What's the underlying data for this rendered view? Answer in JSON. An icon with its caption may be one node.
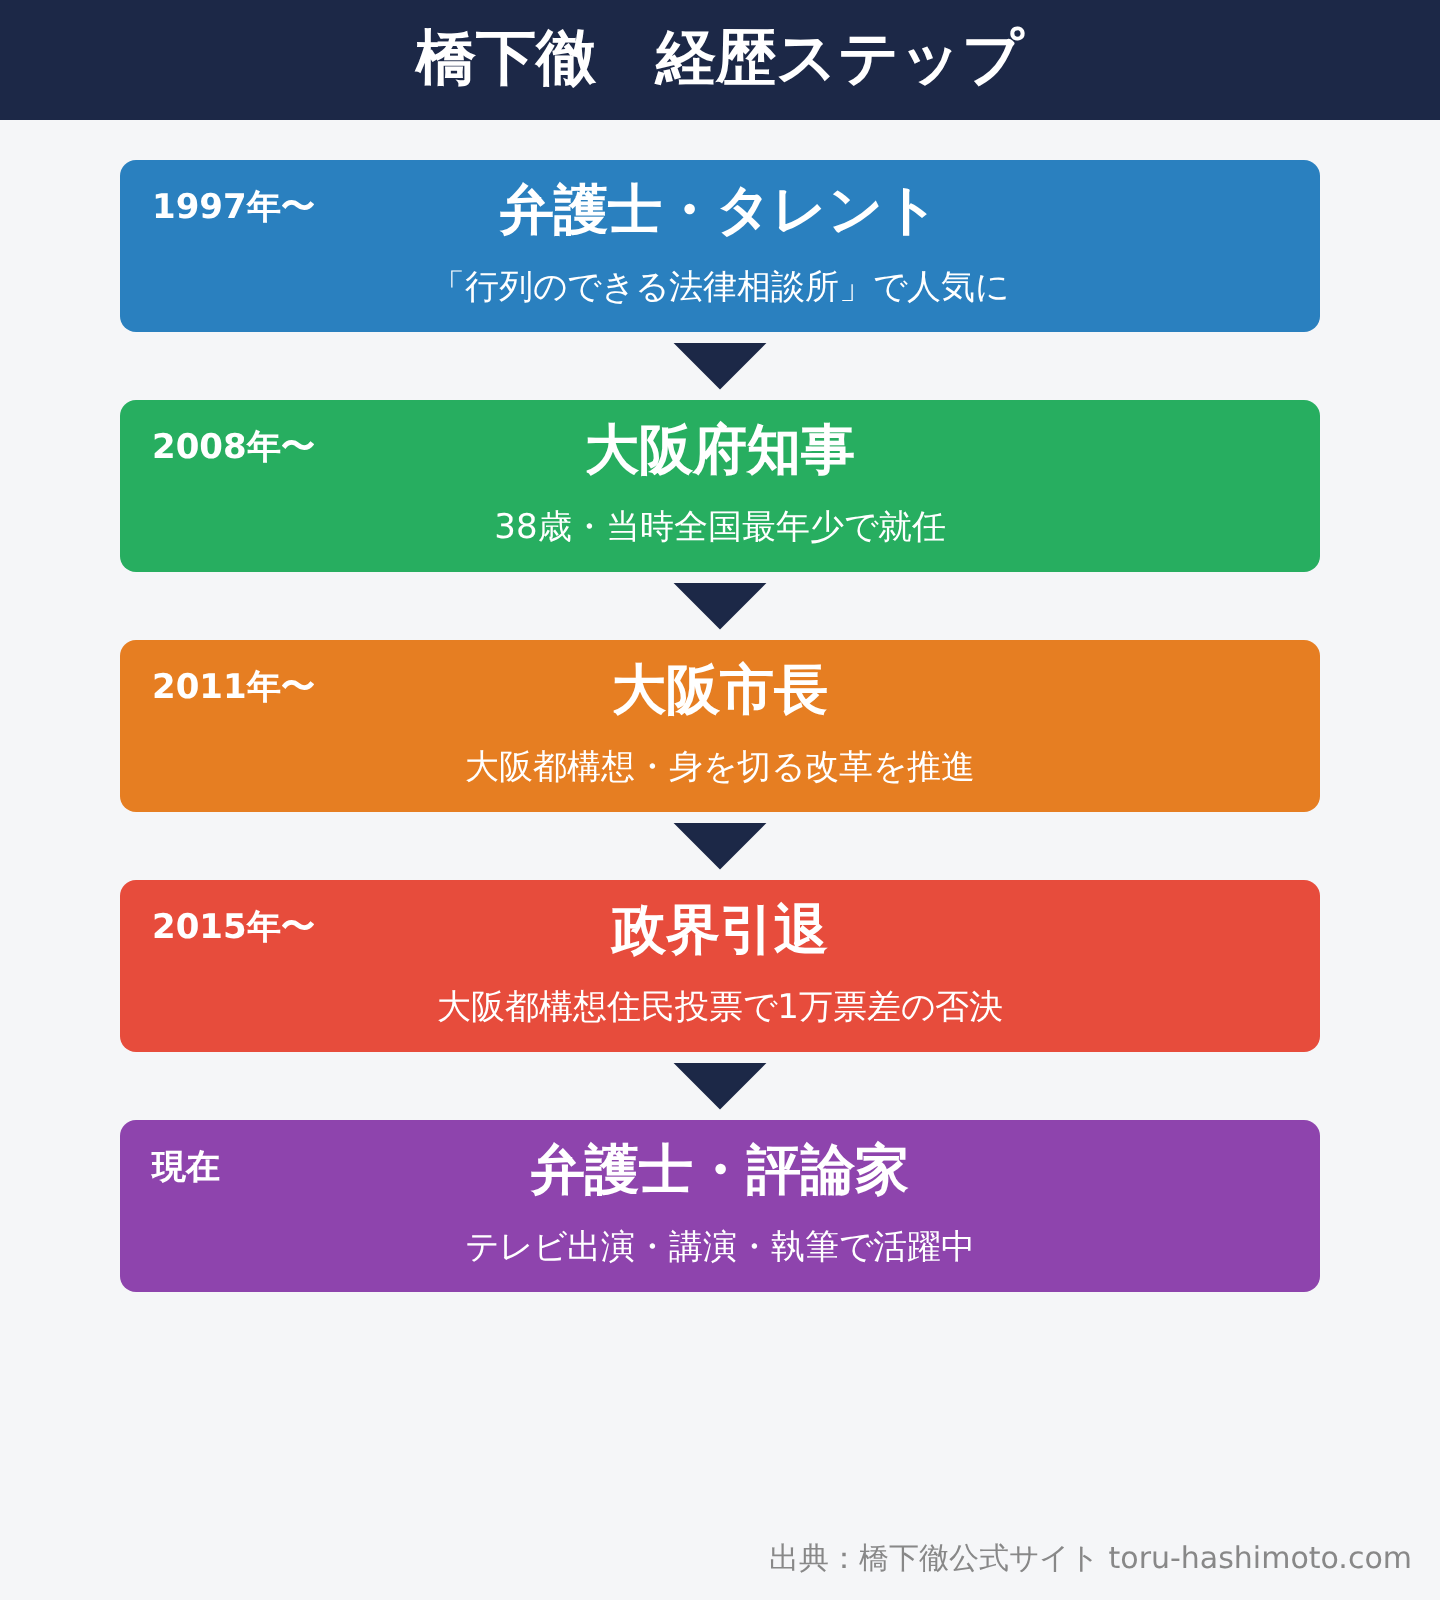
{
  "diagram": {
    "title": "橋下徹　経歴ステップ",
    "nodes": [
      {
        "text": [
          "1997年〜",
          "弁護士・タレント",
          "「行列のできる法律相談所」で人気に"
        ]
      },
      {
        "text": [
          "2008年〜",
          "大阪府知事",
          "38歳・当時全国最年少で就任"
        ]
      },
      {
        "text": [
          "2011年〜",
          "大阪市長",
          "大阪都構想・身を切る改革を推進"
        ]
      },
      {
        "text": [
          "2015年〜",
          "政界引退",
          "大阪都構想住民投票で1万票差の否決"
        ]
      },
      {
        "text": [
          "現在",
          "弁護士・評論家",
          "テレビ出演・講演・執筆で活躍中"
        ]
      }
    ],
    "edges": [
      {
        "from": 0,
        "to": 1,
        "arrow": "to"
      },
      {
        "from": 1,
        "to": 2,
        "arrow": "to"
      },
      {
        "from": 2,
        "to": 3,
        "arrow": "to"
      },
      {
        "from": 3,
        "to": 4,
        "arrow": "to"
      }
    ],
    "caption": "出典：橋下徹公式サイト toru-hashimoto.com"
  }
}
